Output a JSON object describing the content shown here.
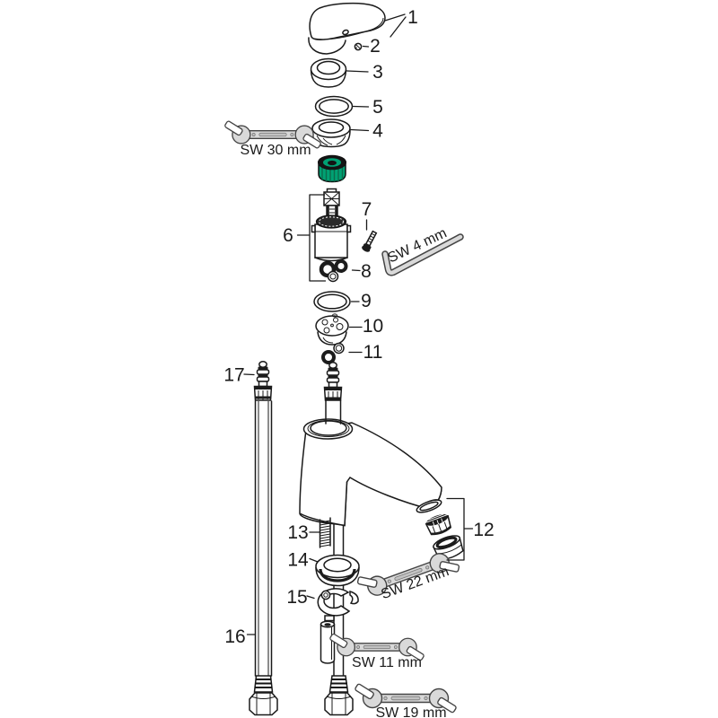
{
  "diagram": {
    "part_labels": {
      "1": "1",
      "2": "2",
      "3": "3",
      "4": "4",
      "5": "5",
      "6": "6",
      "7": "7",
      "8": "8",
      "9": "9",
      "10": "10",
      "11": "11",
      "12": "12",
      "13": "13",
      "14": "14",
      "15": "15",
      "16": "16",
      "17": "17"
    },
    "tool_labels": {
      "sw30": "SW 30 mm",
      "sw4": "SW 4 mm",
      "sw22": "SW 22 mm",
      "sw11": "SW 11 mm",
      "sw19": "SW 19 mm"
    },
    "colors": {
      "line": "#1a1a1a",
      "highlight_green": "#00a173",
      "highlight_green_dark": "#0b6b4c",
      "tool_fill": "#d9d9d9",
      "background": "#ffffff"
    }
  }
}
